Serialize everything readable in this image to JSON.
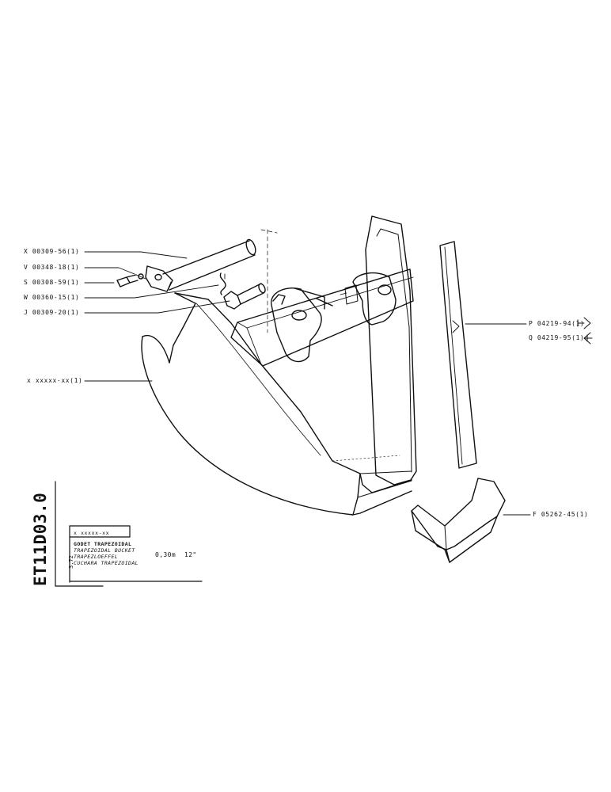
{
  "callouts": [
    {
      "id": "X",
      "text": "X 00309-56(1)"
    },
    {
      "id": "V",
      "text": "V 00348-18(1)"
    },
    {
      "id": "S",
      "text": "S 00308-59(1)"
    },
    {
      "id": "W",
      "text": "W 00360-15(1)"
    },
    {
      "id": "J",
      "text": "J 00309-20(1)"
    },
    {
      "id": "K",
      "text": "x xxxxx-xx(1)"
    },
    {
      "id": "P",
      "text": "P 04219-94(1)"
    },
    {
      "id": "Q",
      "text": "Q 04219-95(1)"
    },
    {
      "id": "F",
      "text": "F 05262-45(1)"
    }
  ],
  "title_block": {
    "sheet_code": "ET11D03.0",
    "date": "3.72",
    "part_number": "x xxxxx-xx",
    "names": [
      "GODET TRAPEZOIDAL",
      "TRAPEZOIDAL BUCKET",
      "TRAPEZLOEFFEL",
      "CUCHARA TRAPEZOIDAL"
    ],
    "size_metric": "0,30m",
    "size_imperial": "12\""
  }
}
